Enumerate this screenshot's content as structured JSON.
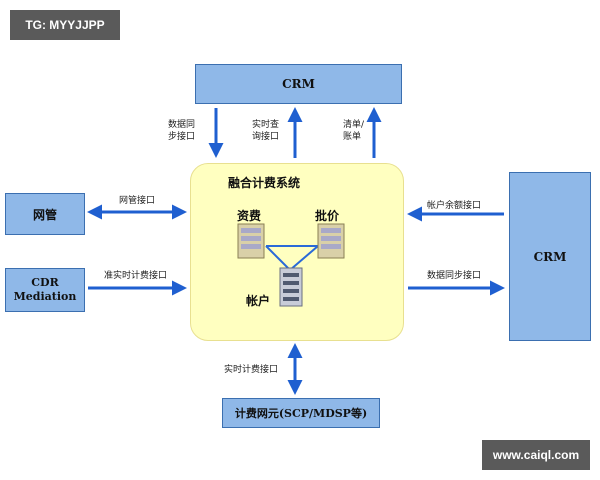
{
  "watermarks": {
    "top_left": "TG: MYYJJPP",
    "bottom_right": "www.caiql.com"
  },
  "boxes": {
    "crm_top": "CRM",
    "crm_right": "CRM",
    "wangguan": "网管",
    "cdr_line1": "CDR",
    "cdr_line2": "Mediation",
    "bottom": "计费网元(SCP/MDSP等)"
  },
  "core": {
    "title": "融合计费系统",
    "billing": "资费",
    "rating": "批价",
    "account": "帐户"
  },
  "interfaces": {
    "data_sync_top_1": "数据同",
    "data_sync_top_2": "步接口",
    "realtime_query_1": "实时查",
    "realtime_query_2": "询接口",
    "list_1": "清单/",
    "list_2": "账单",
    "netmgmt": "网管接口",
    "quasi_realtime": "准实时计费接口",
    "balance": "帐户余额接口",
    "data_sync_right": "数据同步接口",
    "realtime_billing": "实时计费接口"
  },
  "colors": {
    "arrow": "#1f5fd0",
    "box_fill": "#8fb8e8",
    "core_fill": "#ffffc0"
  }
}
